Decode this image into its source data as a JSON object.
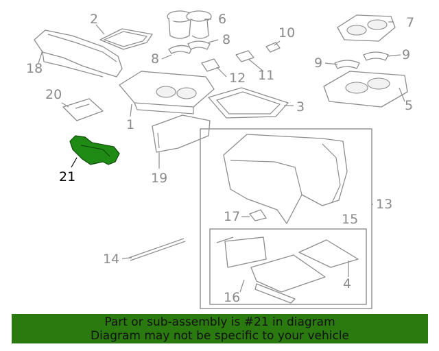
{
  "diagram": {
    "callouts": [
      {
        "id": "1",
        "highlighted": false
      },
      {
        "id": "2",
        "highlighted": false
      },
      {
        "id": "3",
        "highlighted": false
      },
      {
        "id": "4",
        "highlighted": false
      },
      {
        "id": "5",
        "highlighted": false
      },
      {
        "id": "6",
        "highlighted": false
      },
      {
        "id": "7",
        "highlighted": false
      },
      {
        "id": "8",
        "highlighted": false
      },
      {
        "id": "8",
        "highlighted": false
      },
      {
        "id": "9",
        "highlighted": false
      },
      {
        "id": "9",
        "highlighted": false
      },
      {
        "id": "10",
        "highlighted": false
      },
      {
        "id": "11",
        "highlighted": false
      },
      {
        "id": "12",
        "highlighted": false
      },
      {
        "id": "13",
        "highlighted": false
      },
      {
        "id": "14",
        "highlighted": false
      },
      {
        "id": "15",
        "highlighted": false
      },
      {
        "id": "16",
        "highlighted": false
      },
      {
        "id": "17",
        "highlighted": false
      },
      {
        "id": "18",
        "highlighted": false
      },
      {
        "id": "19",
        "highlighted": false
      },
      {
        "id": "20",
        "highlighted": false
      },
      {
        "id": "21",
        "highlighted": true
      }
    ],
    "highlight_color": "#1f8a14",
    "part_line_color": "#8c8c8c"
  },
  "banner": {
    "line1": "Part or sub-assembly is #21 in diagram",
    "line2": "Diagram may not be specific to your vehicle",
    "background": "#2a7a10"
  }
}
